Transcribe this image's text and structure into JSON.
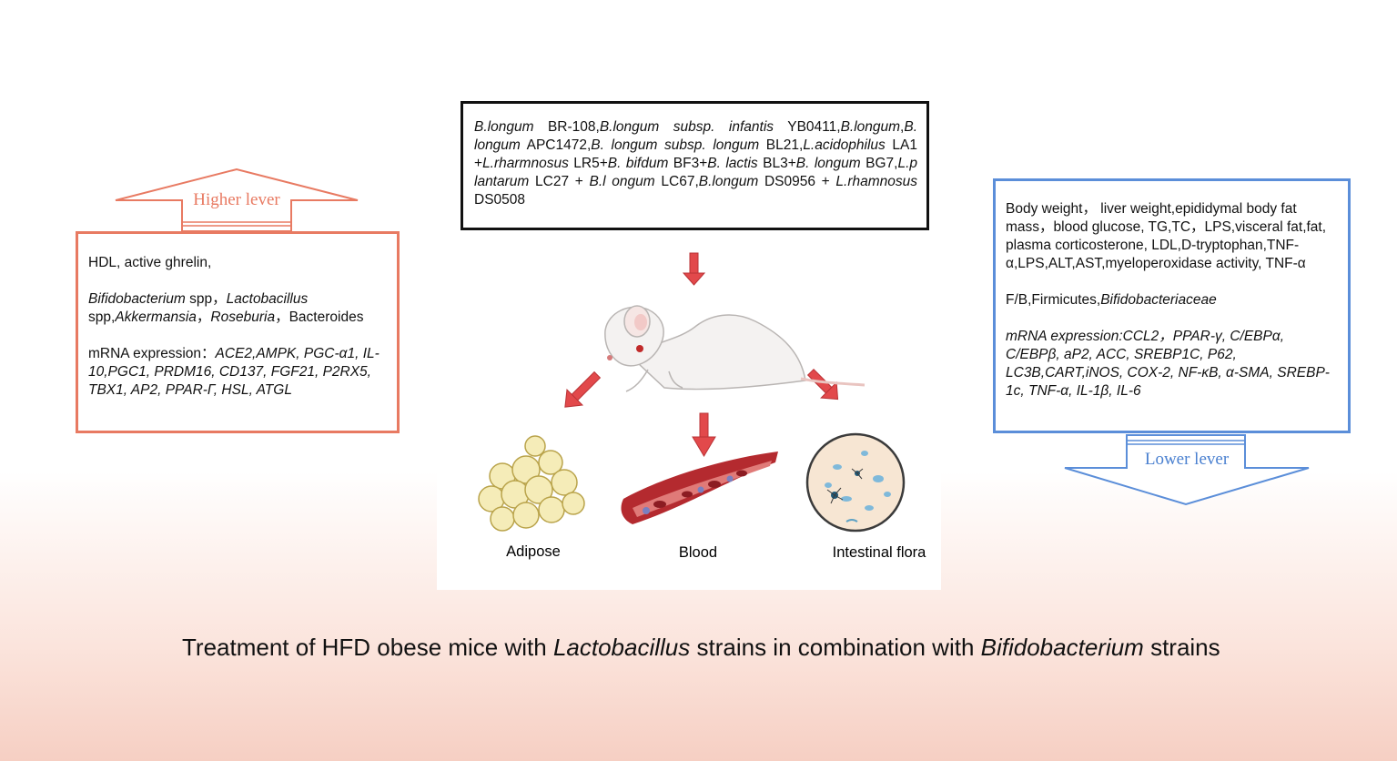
{
  "top_box": {
    "strains": [
      {
        "t": "B.longum",
        "i": true
      },
      {
        "t": " BR-108,",
        "i": false
      },
      {
        "t": "B.longum subsp. infantis",
        "i": true
      },
      {
        "t": " YB0411,",
        "i": false
      },
      {
        "t": "B.longum",
        "i": true
      },
      {
        "t": ",",
        "i": false
      },
      {
        "t": "B. longum",
        "i": true
      },
      {
        "t": " APC1472,",
        "i": false
      },
      {
        "t": "B. longum subsp. longum",
        "i": true
      },
      {
        "t": " BL21,",
        "i": false
      },
      {
        "t": "L.acidophilus",
        "i": true
      },
      {
        "t": " LA1 +",
        "i": false
      },
      {
        "t": "L.rharmnosus",
        "i": true
      },
      {
        "t": " LR5+",
        "i": false
      },
      {
        "t": "B. bifdum",
        "i": true
      },
      {
        "t": " BF3+",
        "i": false
      },
      {
        "t": "B. lactis",
        "i": true
      },
      {
        "t": " BL3+",
        "i": false
      },
      {
        "t": "B. longum",
        "i": true
      },
      {
        "t": " BG7,",
        "i": false
      },
      {
        "t": "L.p lantarum",
        "i": true
      },
      {
        "t": " LC27 + ",
        "i": false
      },
      {
        "t": "B.l ongum",
        "i": true
      },
      {
        "t": " LC67,",
        "i": false
      },
      {
        "t": "B.longum",
        "i": true
      },
      {
        "t": " DS0956 + ",
        "i": false
      },
      {
        "t": "L.rhamnosus",
        "i": true
      },
      {
        "t": " DS0508",
        "i": false
      }
    ]
  },
  "left_box": {
    "arrow_label": "Higher lever",
    "arrow_color": "#e87a62",
    "line1": "HDL, active ghrelin,",
    "bact_a": "Bifidobacterium",
    "bact_a_suffix": " spp，",
    "bact_b": "Lactobacillus",
    "bact_b_suffix": " spp,",
    "bact_c": "Akkermansia",
    "sep1": "，",
    "bact_d": "Roseburia",
    "bact_e_prefix": "，",
    "bact_e": "Bacteroides",
    "mrna_prefix": "mRNA expression：",
    "mrna_genes": "ACE2,AMPK, PGC-α1, IL-10,PGC1, PRDM16, CD137, FGF21, P2RX5, TBX1, AP2, PPAR-Г, HSL, ATGL"
  },
  "right_box": {
    "arrow_label": "Lower lever",
    "arrow_color": "#5b8ed9",
    "line1": "Body weight， liver weight,epididymal body fat mass，blood glucose, TG,TC，LPS,visceral fat,fat, plasma corticosterone, LDL,D-tryptophan,TNF-α,LPS,ALT,AST,myeloperoxidase activity, TNF-α",
    "flora_prefix": "F/B,Firmicutes,",
    "flora_italic": "Bifidobacteriaceae",
    "mrna": "mRNA expression:CCL2，PPAR-γ, C/EBPα, C/EBPβ, aP2, ACC, SREBP1C, P62, LC3B,CART,iNOS, COX-2, NF-κB, α-SMA, SREBP-1c, TNF-α, IL-1β, IL-6"
  },
  "organs": {
    "adipose": "Adipose",
    "blood": "Blood",
    "flora": "Intestinal flora"
  },
  "caption": {
    "p1": "Treatment of HFD obese mice with ",
    "p2": "Lactobacillus",
    "p3": " strains in combination with ",
    "p4": "Bifidobacterium",
    "p5": " strains"
  },
  "colors": {
    "arrow_red": "#e2494b",
    "higher": "#e87a62",
    "lower": "#5b8ed9"
  }
}
